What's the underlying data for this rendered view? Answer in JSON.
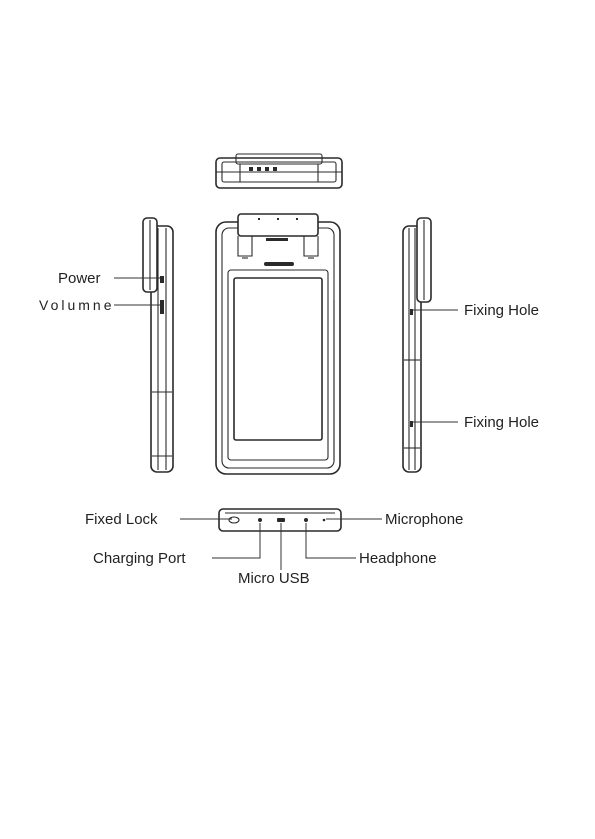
{
  "labels": {
    "power": "Power",
    "volume": "Volumne",
    "fixing_hole_top": "Fixing Hole",
    "fixing_hole_bottom": "Fixing Hole",
    "fixed_lock": "Fixed Lock",
    "microphone": "Microphone",
    "charging_port": "Charging Port",
    "headphone": "Headphone",
    "micro_usb": "Micro USB"
  }
}
